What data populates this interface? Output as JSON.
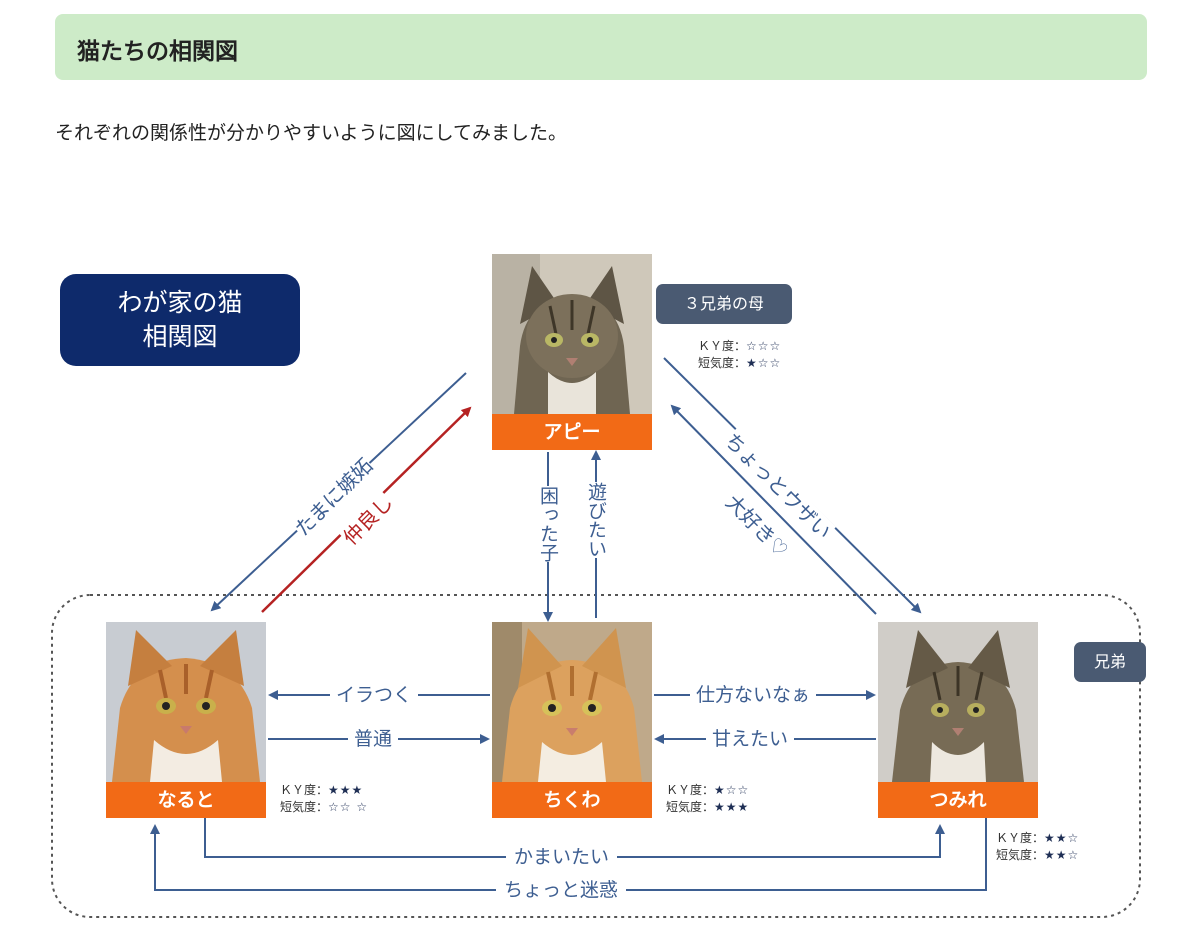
{
  "header": {
    "title": "猫たちの相関図"
  },
  "intro": "それぞれの関係性が分かりやすいように図にしてみました。",
  "diagram": {
    "title_line1": "わが家の猫",
    "title_line2": "相関図",
    "colors": {
      "title_bg": "#0e2a6b",
      "name_bg": "#f26a16",
      "tag_bg": "#4a5a72",
      "arrow_blue": "#3d5e91",
      "arrow_red": "#b52222",
      "header_bg": "#cdebc8"
    },
    "tags": {
      "mother": "３兄弟の母",
      "siblings": "兄弟"
    },
    "cats": {
      "api": {
        "name": "アピー",
        "ky_label": "ＫＹ度：",
        "ky": "☆☆☆",
        "tan_label": "短気度：",
        "tan": "★☆☆"
      },
      "naruto": {
        "name": "なると",
        "ky_label": "ＫＹ度：",
        "ky": "★★★",
        "tan_label": "短気度：",
        "tan": "☆☆ ☆"
      },
      "chikuwa": {
        "name": "ちくわ",
        "ky_label": "ＫＹ度：",
        "ky": "★☆☆",
        "tan_label": "短気度：",
        "tan": "★★★"
      },
      "tsumire": {
        "name": "つみれ",
        "ky_label": "ＫＹ度：",
        "ky": "★★☆",
        "tan_label": "短気度：",
        "tan": "★★☆"
      }
    },
    "relations": {
      "api_to_naruto": "たまに嫉妬",
      "naruto_to_api": "仲良し",
      "api_to_chikuwa": "困った子",
      "chikuwa_to_api": "遊びたい",
      "tsumire_to_api": "ちょっとウザい",
      "api_to_tsumire": "大好き♡",
      "chikuwa_to_naruto": "イラつく",
      "naruto_to_chikuwa": "普通",
      "chikuwa_to_tsumire": "仕方ないなぁ",
      "tsumire_to_chikuwa": "甘えたい",
      "naruto_to_tsumire": "かまいたい",
      "tsumire_to_naruto": "ちょっと迷惑"
    }
  }
}
